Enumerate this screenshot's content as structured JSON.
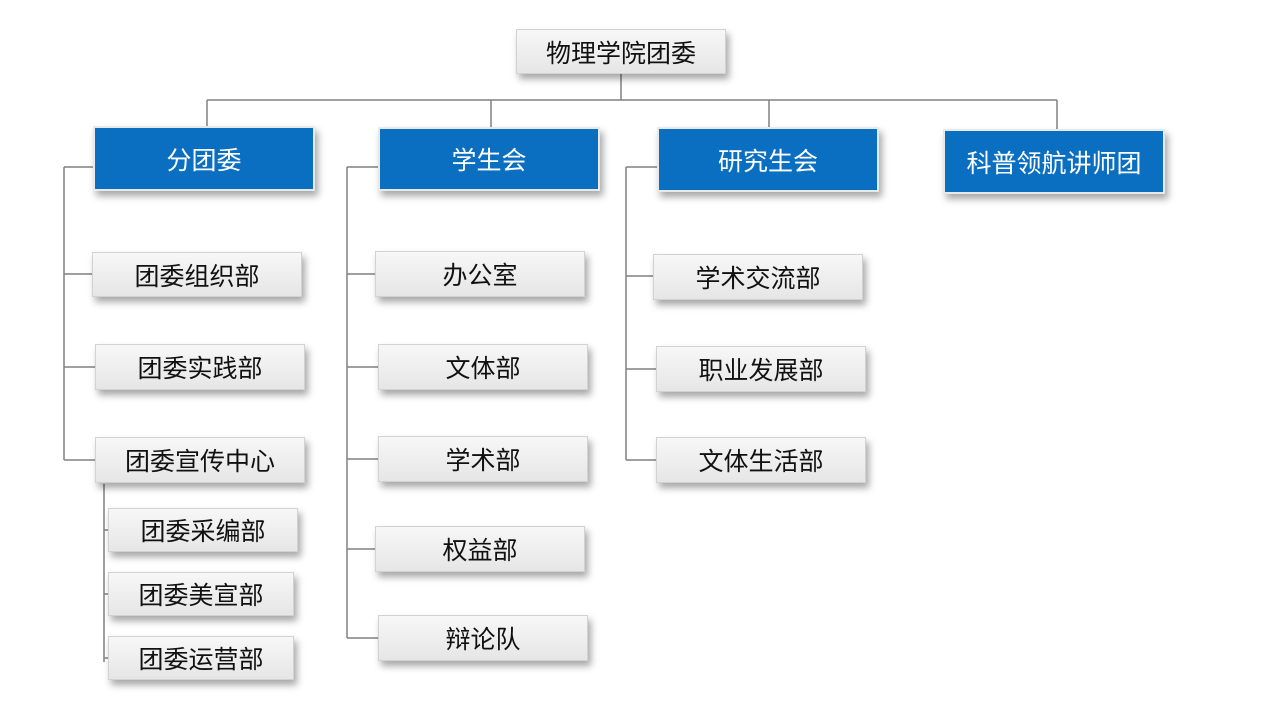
{
  "root": "物理学院团委",
  "branches": [
    {
      "title": "分团委",
      "items": [
        "团委组织部",
        "团委实践部",
        "团委宣传中心"
      ],
      "sub_items": [
        "团委采编部",
        "团委美宣部",
        "团委运营部"
      ]
    },
    {
      "title": "学生会",
      "items": [
        "办公室",
        "文体部",
        "学术部",
        "权益部",
        "辩论队"
      ]
    },
    {
      "title": "研究生会",
      "items": [
        "学术交流部",
        "职业发展部",
        "文体生活部"
      ]
    },
    {
      "title": "科普领航讲师团",
      "items": []
    }
  ],
  "colors": {
    "header_fill": "#0b6fc1",
    "connector": "#7a7a7a",
    "box_fill": "#eeeeee"
  }
}
